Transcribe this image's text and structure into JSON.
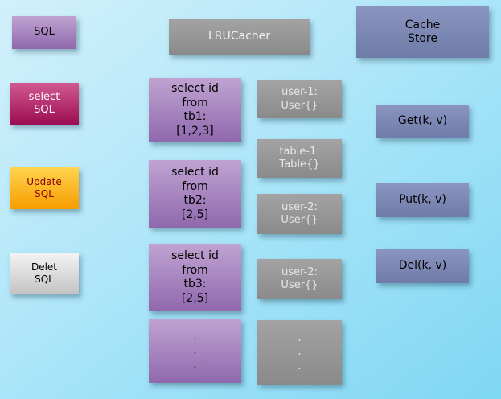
{
  "nodes": {
    "sql": "SQL",
    "select_sql": "select\nSQL",
    "update_sql": "Update\nSQL",
    "delete_sql": "Delet\nSQL",
    "lru_cacher": "LRUCacher",
    "queries": [
      "select id\nfrom\ntb1:\n[1,2,3]",
      "select id\nfrom\ntb2:\n[2,5]",
      "select id\nfrom\ntb3:\n[2,5]",
      ".\n.\n."
    ],
    "cache_entries": [
      "user-1:\nUser{}",
      "table-1:\nTable{}",
      "user-2:\nUser{}",
      "user-2:\nUser{}",
      ".\n.\n."
    ],
    "cache_store": "Cache\nStore",
    "operations": [
      "Get(k, v)",
      "Put(k, v)",
      "Del(k, v)"
    ]
  },
  "colors": {
    "background_top": "#d3f0fb",
    "background_bottom": "#7fd7f4",
    "purple": "#a87fbe",
    "magenta": "#b5135f",
    "orange": "#ffb400",
    "silver": "#d9d9d9",
    "gray": "#949494",
    "slate": "#7e89b6"
  }
}
